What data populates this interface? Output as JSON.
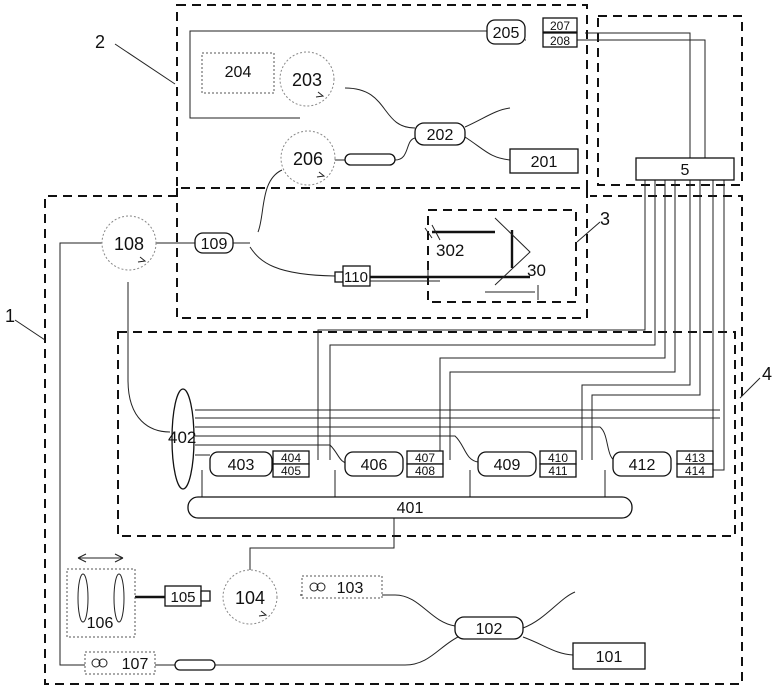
{
  "labels": {
    "l1": "1",
    "l2": "2",
    "l3": "3",
    "l4": "4",
    "l5": "5",
    "l30": "30",
    "l101": "101",
    "l102": "102",
    "l103": "103",
    "l104": "104",
    "l105": "105",
    "l106": "106",
    "l107": "107",
    "l108": "108",
    "l109": "109",
    "l110": "110",
    "l201": "201",
    "l202": "202",
    "l203": "203",
    "l204": "204",
    "l205": "205",
    "l206": "206",
    "l207": "207",
    "l208": "208",
    "l302": "302",
    "l401": "401",
    "l402": "402",
    "l403": "403",
    "l404": "404",
    "l405": "405",
    "l406": "406",
    "l407": "407",
    "l408": "408",
    "l409": "409",
    "l410": "410",
    "l411": "411",
    "l412": "412",
    "l413": "413",
    "l414": "414"
  }
}
